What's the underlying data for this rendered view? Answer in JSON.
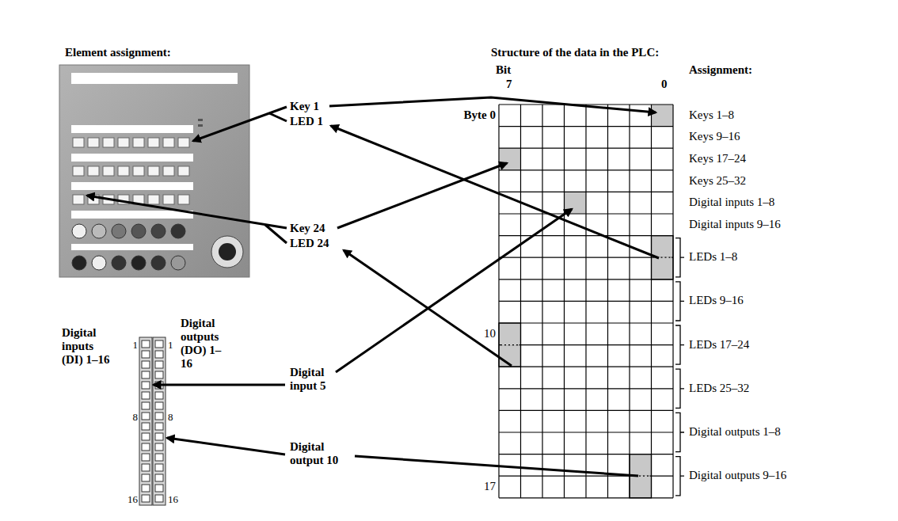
{
  "diagram": {
    "labels": [
      "Element assignment:",
      "Structure of the data in the PLC:",
      "Bit",
      "7",
      "0",
      "Assignment:",
      "Byte 0",
      "Keys 1–8",
      "Keys 9–16",
      "Keys 17–24",
      "Keys 25–32",
      "Digital inputs 1–8",
      "Digital inputs 9–16",
      "LEDs 1–8",
      "LEDs 9–16",
      "LEDs 17–24",
      "LEDs 25–32",
      "Digital outputs 1–8",
      "Digital outputs 9–16",
      "10",
      "17",
      "Key 1",
      "LED 1",
      "Key 24",
      "LED 24",
      "Digital input 5",
      "Digital output 10",
      "Digital inputs (DI) 1–16",
      "Digital outputs (DO) 1–16",
      "1",
      "8",
      "16",
      "1",
      "8",
      "16"
    ]
  }
}
